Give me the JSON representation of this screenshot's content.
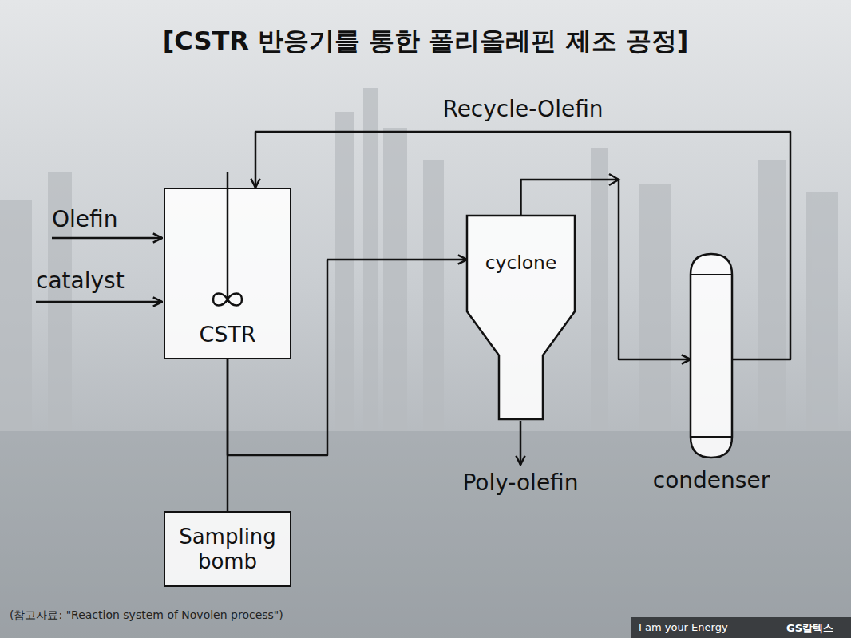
{
  "diagram": {
    "title": "[CSTR 반응기를 통한 폴리올레핀 제조 공정]",
    "caption": "(참고자료: \"Reaction system of Novolen process\")",
    "nodes": [
      {
        "text": [
          "CSTR"
        ]
      },
      {
        "text": [
          "cyclone"
        ]
      },
      {
        "text": [
          "condenser"
        ]
      },
      {
        "text": [
          "Sampling bomb"
        ]
      }
    ],
    "edges": [
      {
        "from": 0,
        "to": 1,
        "arrow": "to"
      },
      {
        "from": 0,
        "to": 3,
        "arrow": "none"
      },
      {
        "from": 1,
        "to": 2,
        "arrow": "to"
      },
      {
        "from": 2,
        "to": 0,
        "label": "Recycle-Olefin",
        "arrow": "to"
      }
    ],
    "labels": [
      "Olefin",
      "catalyst",
      "Poly-olefin",
      "I am your Energy",
      "GS칼텍스"
    ]
  }
}
